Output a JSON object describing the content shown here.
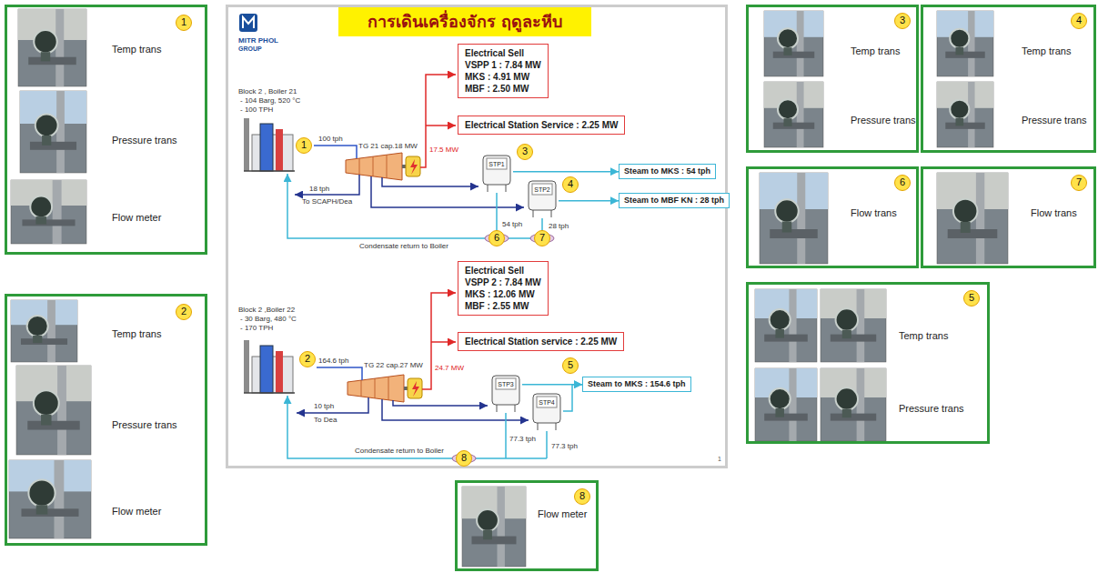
{
  "diagram": {
    "title": "การเดินเครื่องจักร ฤดูละหีบ",
    "nodes": [
      {
        "text": [
          "Temp trans",
          "Pressure trans",
          "Flow meter"
        ]
      },
      {
        "text": [
          "1"
        ],
        "in": 0
      },
      {
        "text": [
          "Temp trans",
          "Pressure trans",
          "Flow meter"
        ]
      },
      {
        "text": [
          "2"
        ],
        "in": 2
      },
      {
        "text": [
          "Electrical Sell",
          "VSPP 1 : 7.84 MW",
          "MKS : 4.91 MW",
          "MBF : 2.50 MW"
        ]
      },
      {
        "text": [
          "Electrical Station Service : 2.25 MW"
        ]
      },
      {
        "text": [
          "1"
        ]
      },
      {
        "text": [
          "STP1"
        ]
      },
      {
        "text": [
          "3"
        ]
      },
      {
        "text": [
          "STP2"
        ]
      },
      {
        "text": [
          "4"
        ]
      },
      {
        "text": [
          "Steam to MKS : 54 tph"
        ]
      },
      {
        "text": [
          "Steam to MBF KN : 28 tph"
        ]
      },
      {
        "text": [
          "6"
        ]
      },
      {
        "text": [
          "7"
        ]
      },
      {
        "text": [
          "Electrical Sell",
          "VSPP 2 : 7.84 MW",
          "MKS : 12.06 MW",
          "MBF : 2.55 MW"
        ]
      },
      {
        "text": [
          "Electrical Station service : 2.25 MW"
        ]
      },
      {
        "text": [
          "2"
        ]
      },
      {
        "text": [
          "STP3"
        ]
      },
      {
        "text": [
          "STP4"
        ]
      },
      {
        "text": [
          "5"
        ]
      },
      {
        "text": [
          "Steam to MKS : 154.6 tph"
        ]
      },
      {
        "text": [
          "8"
        ]
      },
      {
        "text": [
          "Flow meter"
        ]
      },
      {
        "text": [
          "8"
        ],
        "in": 23
      },
      {
        "text": [
          "Temp trans",
          "Pressure trans"
        ]
      },
      {
        "text": [
          "3"
        ],
        "in": 25
      },
      {
        "text": [
          "Temp trans",
          "Pressure trans"
        ]
      },
      {
        "text": [
          "4"
        ],
        "in": 27
      },
      {
        "text": [
          "Flow trans"
        ]
      },
      {
        "text": [
          "6"
        ],
        "in": 29
      },
      {
        "text": [
          "Flow trans"
        ]
      },
      {
        "text": [
          "7"
        ],
        "in": 31
      },
      {
        "text": [
          "Temp trans",
          "Pressure trans"
        ]
      },
      {
        "text": [
          "5"
        ],
        "in": 33
      }
    ],
    "edges": [
      {
        "from": 7,
        "to": 11,
        "arrow": "to"
      },
      {
        "from": 9,
        "to": 12,
        "arrow": "to"
      },
      {
        "from": 18,
        "to": 21,
        "arrow": "to"
      },
      {
        "from": 19,
        "to": 21,
        "arrow": "to"
      }
    ],
    "labels": [
      "MITR PHOL",
      "GROUP",
      "Block 2 , Boiler 21",
      "- 104 Barg, 520 °C",
      "- 100 TPH",
      "100 tph",
      "TG 21 cap.18 MW",
      "17.5 MW",
      "18 tph",
      "To SCAPH/Dea",
      "54 tph",
      "28 tph",
      "Condensate return to Boiler",
      "Block 2 ,Boiler 22",
      "- 30 Barg, 480 °C",
      "- 170 TPH",
      "164.6 tph",
      "TG 22 cap.27 MW",
      "24.7 MW",
      "10 tph",
      "To Dea",
      "77.3 tph",
      "77.3 tph",
      "Condensate return to Boiler",
      "1"
    ]
  }
}
